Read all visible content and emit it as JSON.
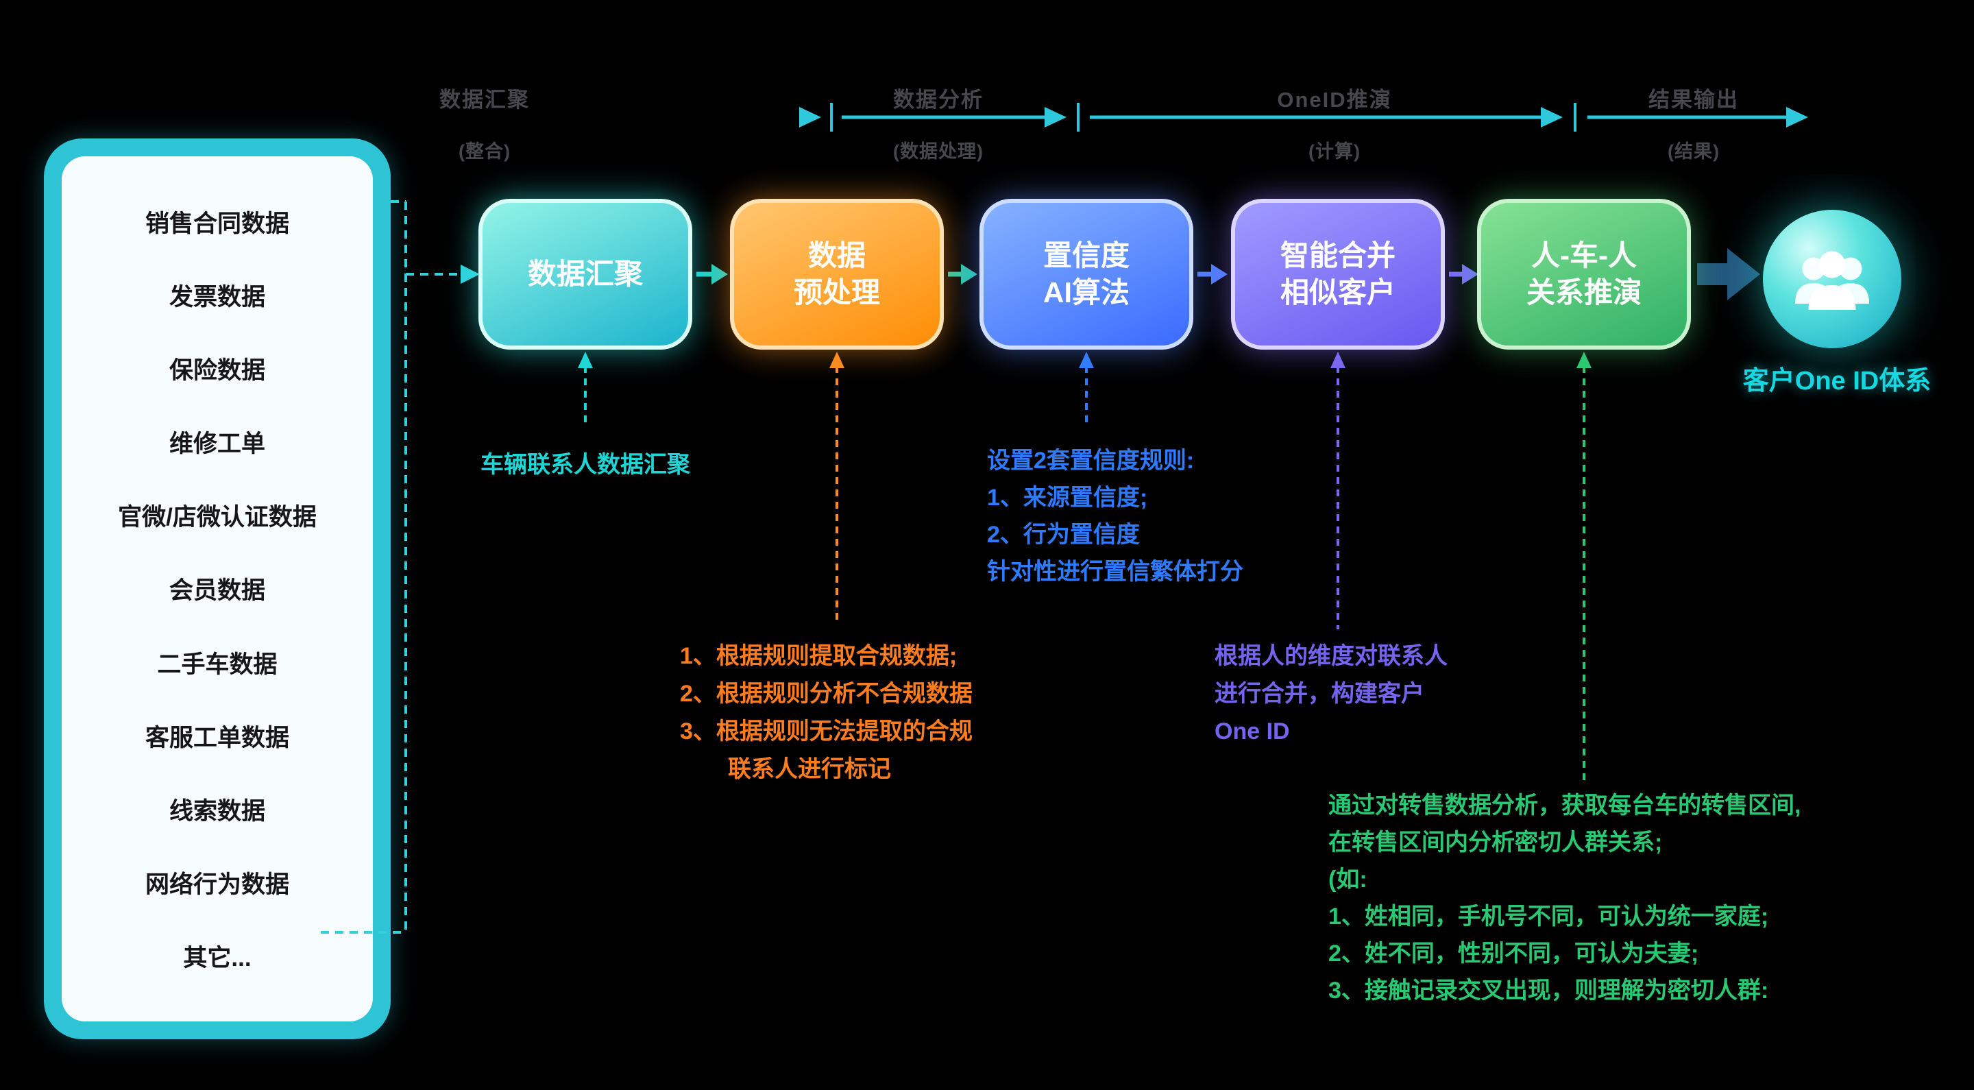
{
  "phases": [
    {
      "title": "数据汇聚",
      "subtitle": "(整合)"
    },
    {
      "title": "数据分析",
      "subtitle": "(数据处理)"
    },
    {
      "title": "OneID推演",
      "subtitle": "(计算)"
    },
    {
      "title": "结果输出",
      "subtitle": "(结果)"
    }
  ],
  "sources": {
    "items": [
      "销售合同数据",
      "发票数据",
      "保险数据",
      "维修工单",
      "官微/店微认证数据",
      "会员数据",
      "二手车数据",
      "客服工单数据",
      "线索数据",
      "网络行为数据",
      "其它..."
    ]
  },
  "steps": [
    {
      "line1": "数据汇聚",
      "color": "#1cb4cd"
    },
    {
      "line1": "数据",
      "line2": "预处理",
      "color": "#ff8d05"
    },
    {
      "line1": "置信度",
      "line2": "AI算法",
      "color": "#3a6bff"
    },
    {
      "line1": "智能合并",
      "line2": "相似客户",
      "color": "#6a58f0"
    },
    {
      "line1": "人-车-人",
      "line2": "关系推演",
      "color": "#2fb066"
    }
  ],
  "result": {
    "label": "客户One ID体系",
    "accent": "#17d8e2"
  },
  "annotations": {
    "aggregation": {
      "color": "#1fd6d6",
      "lines": [
        "车辆联系人数据汇聚"
      ]
    },
    "preprocess": {
      "color": "#ff7d1f",
      "lines": [
        "1、根据规则提取合规数据;",
        "2、根据规则分析不合规数据",
        "3、根据规则无法提取的合规",
        "联系人进行标记"
      ]
    },
    "confidence": {
      "color": "#2e7bff",
      "lines": [
        "设置2套置信度规则:",
        "1、来源置信度;",
        "2、行为置信度",
        "针对性进行置信繁体打分"
      ]
    },
    "merge": {
      "color": "#7465f0",
      "lines": [
        "根据人的维度对联系人",
        "进行合并，构建客户",
        "One ID"
      ]
    },
    "relation": {
      "color": "#2bc873",
      "lines": [
        "通过对转售数据分析，获取每台车的转售区间,",
        "在转售区间内分析密切人群关系;",
        "(如:",
        "1、姓相同，手机号不同，可认为统一家庭;",
        "2、姓不同，性别不同，可认为夫妻;",
        "3、接触记录交叉出现，则理解为密切人群:"
      ]
    }
  },
  "colors": {
    "background": "#000000",
    "panel_border": "#2fc3d6",
    "wire_cyan": "#2fc8dc",
    "phase_text": "#47474e"
  }
}
